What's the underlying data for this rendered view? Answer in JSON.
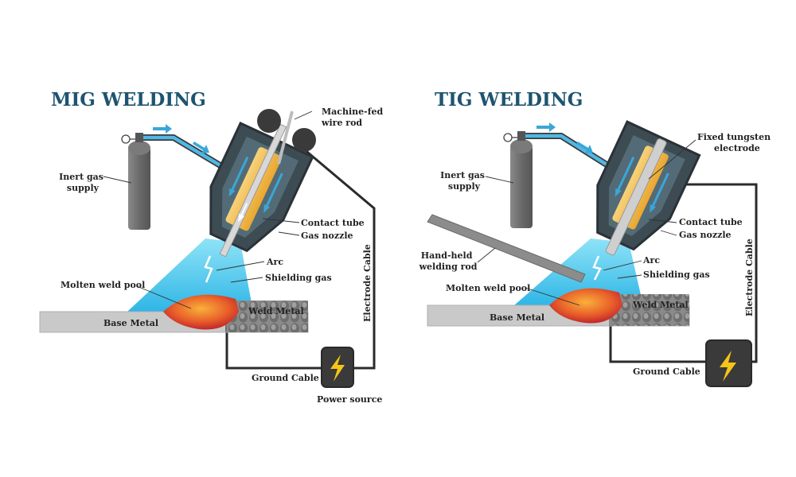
{
  "colors": {
    "title": "#1e5470",
    "gas_line": "#3aa6d8",
    "cylinder": "#6f6f6f",
    "nozzle": "#3c4a52",
    "contact_tube": "#f2b84a",
    "shield_gas": "#5fd0f2",
    "weld_pool": "#e0532a",
    "base_metal": "#c9c9c9",
    "weld_metal": "#7d7d7d",
    "power_box": "#3a3a3a",
    "bolt": "#f5c518"
  },
  "mig": {
    "title": "MIG WELDING",
    "labels": {
      "wire": [
        "Machine-fed",
        "wire rod"
      ],
      "gas": [
        "Inert gas",
        "supply"
      ],
      "contact_tube": "Contact tube",
      "gas_nozzle": "Gas nozzle",
      "arc": "Arc",
      "shielding": "Shielding gas",
      "pool": "Molten weld pool",
      "weld_metal": "Weld Metal",
      "base_metal": "Base Metal",
      "electrode_cable": "Electrode Cable",
      "ground_cable": "Ground Cable",
      "power": "Power source"
    }
  },
  "tig": {
    "title": "TIG WELDING",
    "labels": {
      "electrode": [
        "Fixed tungsten",
        "electrode"
      ],
      "gas": [
        "Inert gas",
        "supply"
      ],
      "contact_tube": "Contact tube",
      "gas_nozzle": "Gas nozzle",
      "rod": [
        "Hand-held",
        "welding rod"
      ],
      "arc": "Arc",
      "shielding": "Shielding gas",
      "pool": "Molten weld pool",
      "weld_metal": "Weld Metal",
      "base_metal": "Base Metal",
      "electrode_cable": "Electrode Cable",
      "ground_cable": "Ground Cable"
    }
  }
}
